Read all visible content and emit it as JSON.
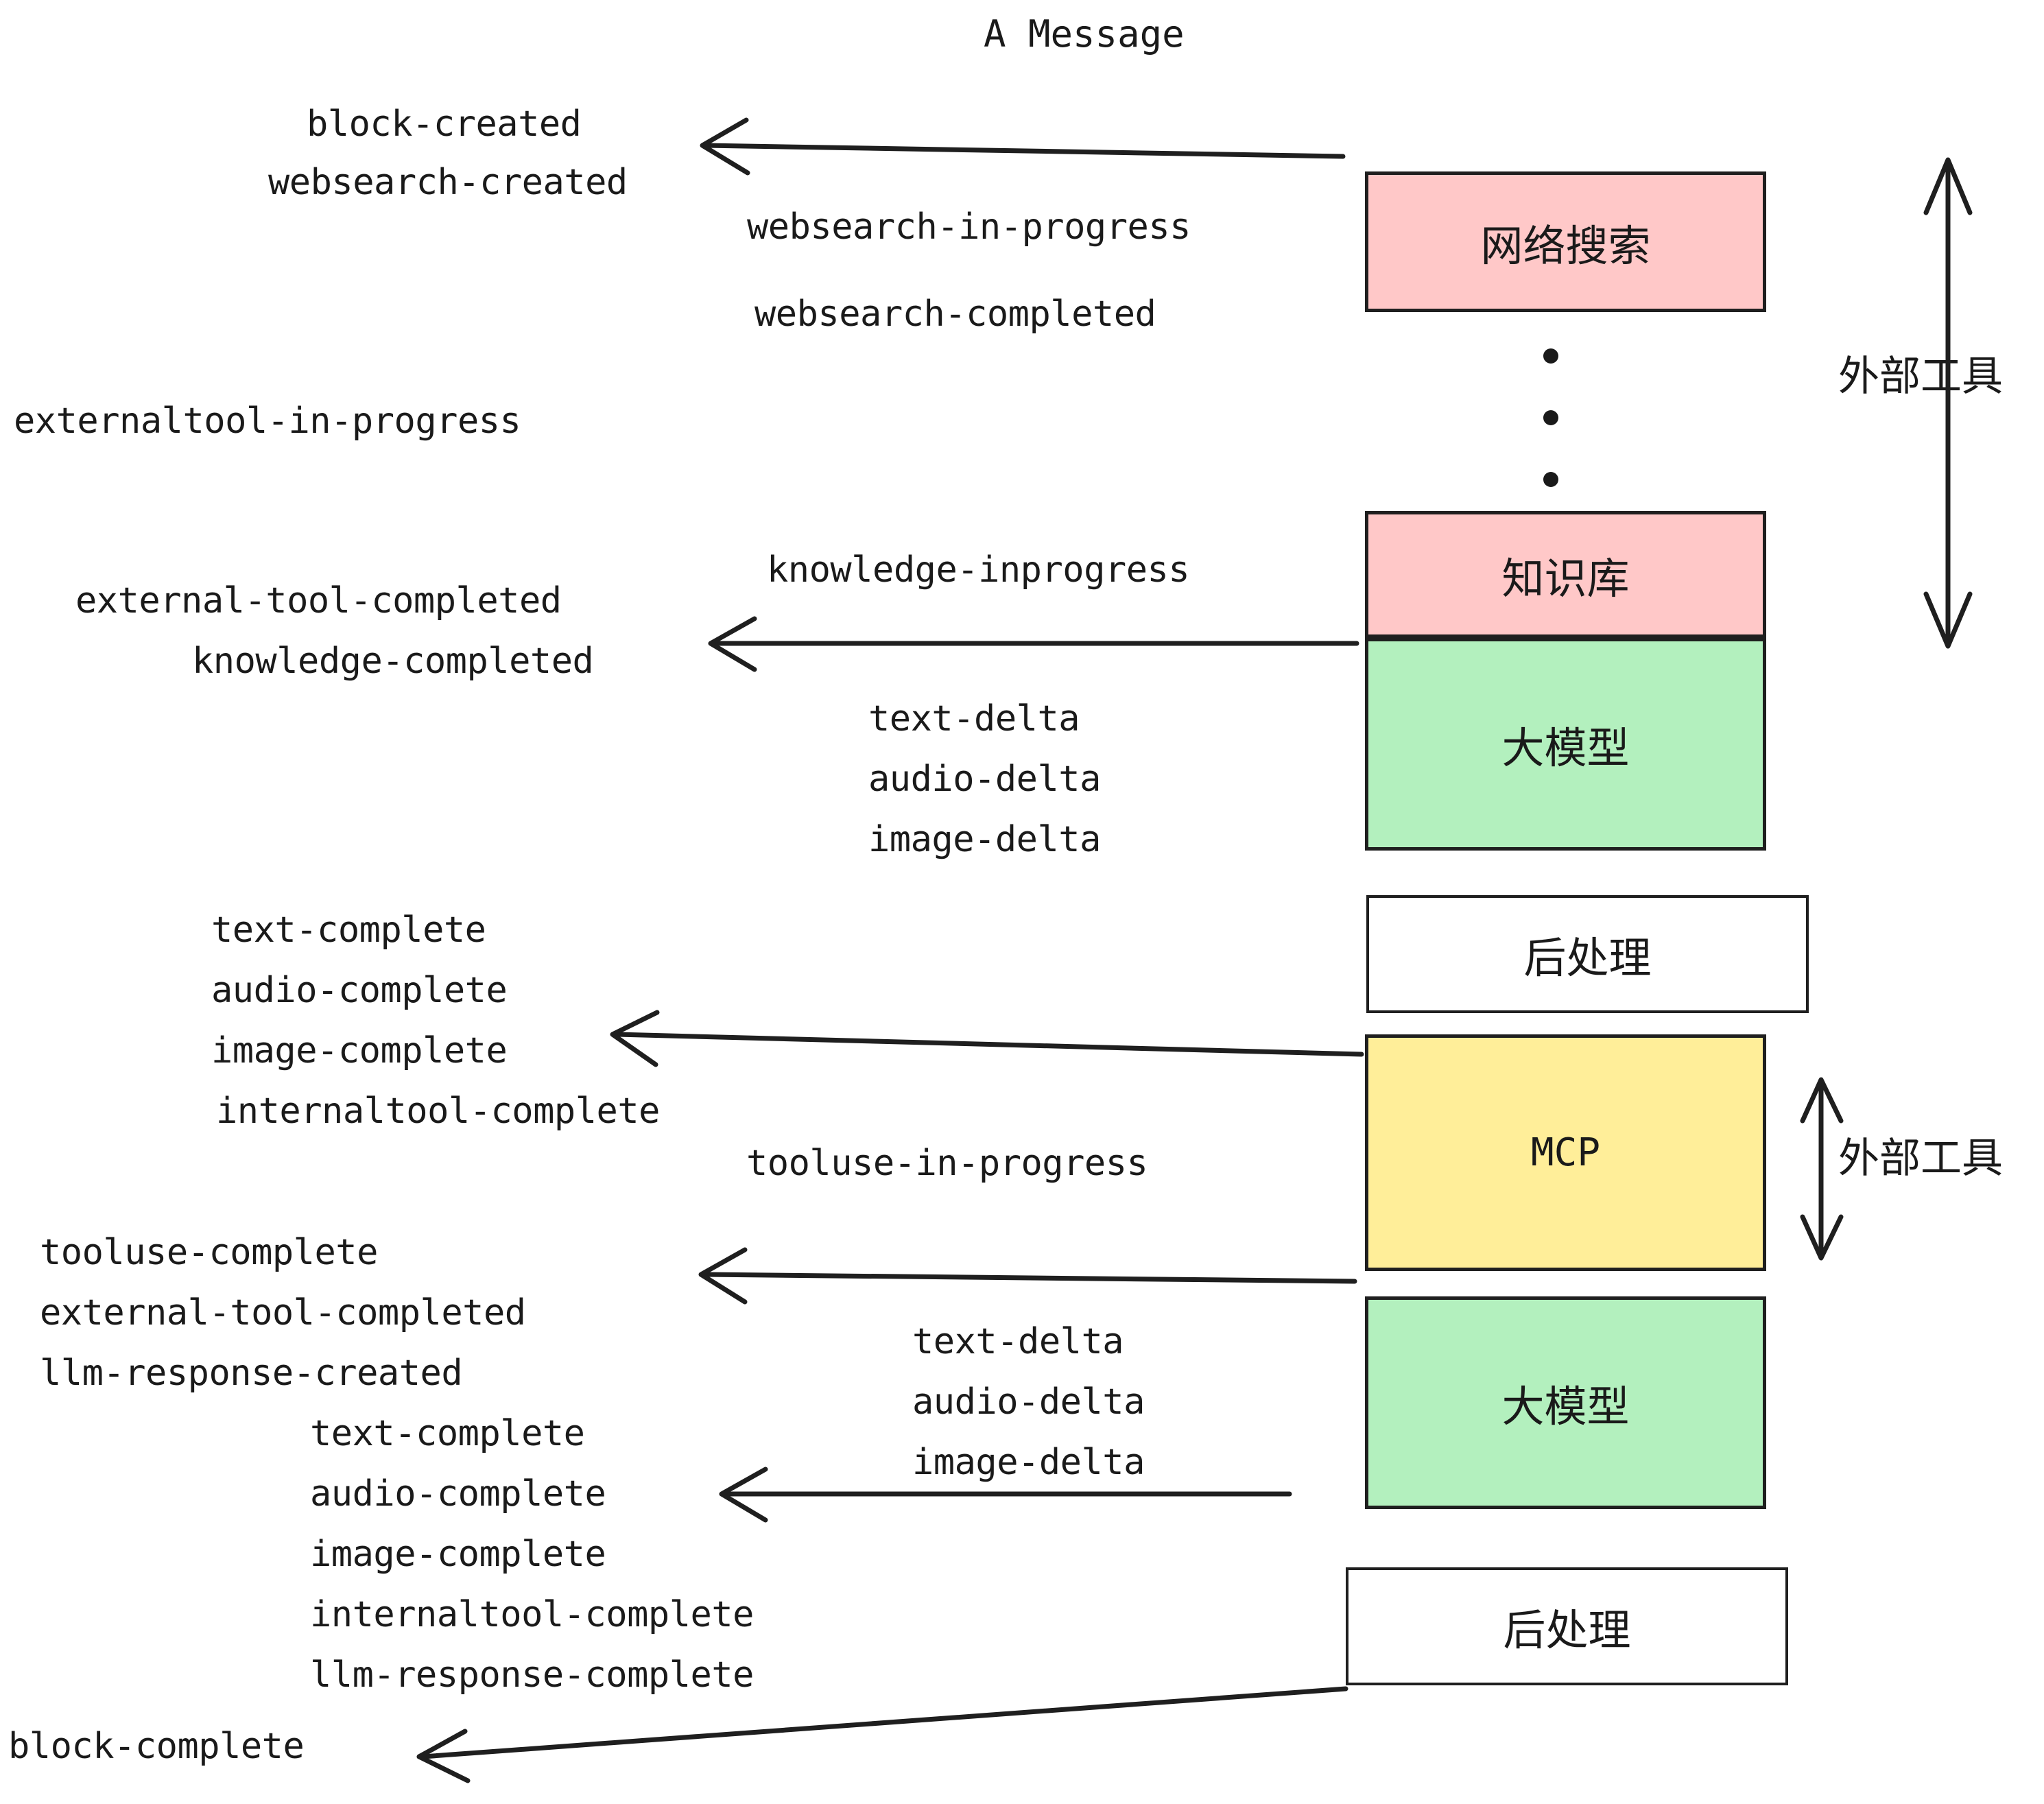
{
  "title": "A Message",
  "colors": {
    "pink": "#FFC8C8",
    "green": "#B3F0BE",
    "yellow": "#FFEE99",
    "white": "#FFFFFF",
    "stroke": "#1F1F1F",
    "text": "#1A1A1A"
  },
  "boxes": [
    {
      "label": "网络搜索",
      "fill": "#FFC8C8"
    },
    {
      "label": "知识库",
      "fill": "#FFC8C8"
    },
    {
      "label": "大模型",
      "fill": "#B3F0BE"
    },
    {
      "label": "后处理",
      "fill": "#FFFFFF"
    },
    {
      "label": "MCP",
      "fill": "#FFEE99"
    },
    {
      "label": "大模型",
      "fill": "#B3F0BE"
    },
    {
      "label": "后处理",
      "fill": "#FFFFFF"
    }
  ],
  "side_annotations": [
    {
      "label": "外部工具"
    },
    {
      "label": "外部工具"
    }
  ],
  "events": [
    {
      "text": "block-created"
    },
    {
      "text": "websearch-created"
    },
    {
      "text": "websearch-in-progress"
    },
    {
      "text": "websearch-completed"
    },
    {
      "text": "externaltool-in-progress"
    },
    {
      "text": "knowledge-inprogress"
    },
    {
      "text": "external-tool-completed"
    },
    {
      "text": "knowledge-completed"
    },
    {
      "text": "text-delta"
    },
    {
      "text": "audio-delta"
    },
    {
      "text": "image-delta"
    },
    {
      "text": "text-complete"
    },
    {
      "text": "audio-complete"
    },
    {
      "text": "image-complete"
    },
    {
      "text": "internaltool-complete"
    },
    {
      "text": "tooluse-in-progress"
    },
    {
      "text": "tooluse-complete"
    },
    {
      "text": "external-tool-completed"
    },
    {
      "text": "llm-response-created"
    },
    {
      "text": "text-complete"
    },
    {
      "text": "audio-complete"
    },
    {
      "text": "image-complete"
    },
    {
      "text": "internaltool-complete"
    },
    {
      "text": "llm-response-complete"
    },
    {
      "text": "block-complete"
    }
  ],
  "ellipsis": {
    "name": "vertical-ellipsis",
    "count": 3
  }
}
